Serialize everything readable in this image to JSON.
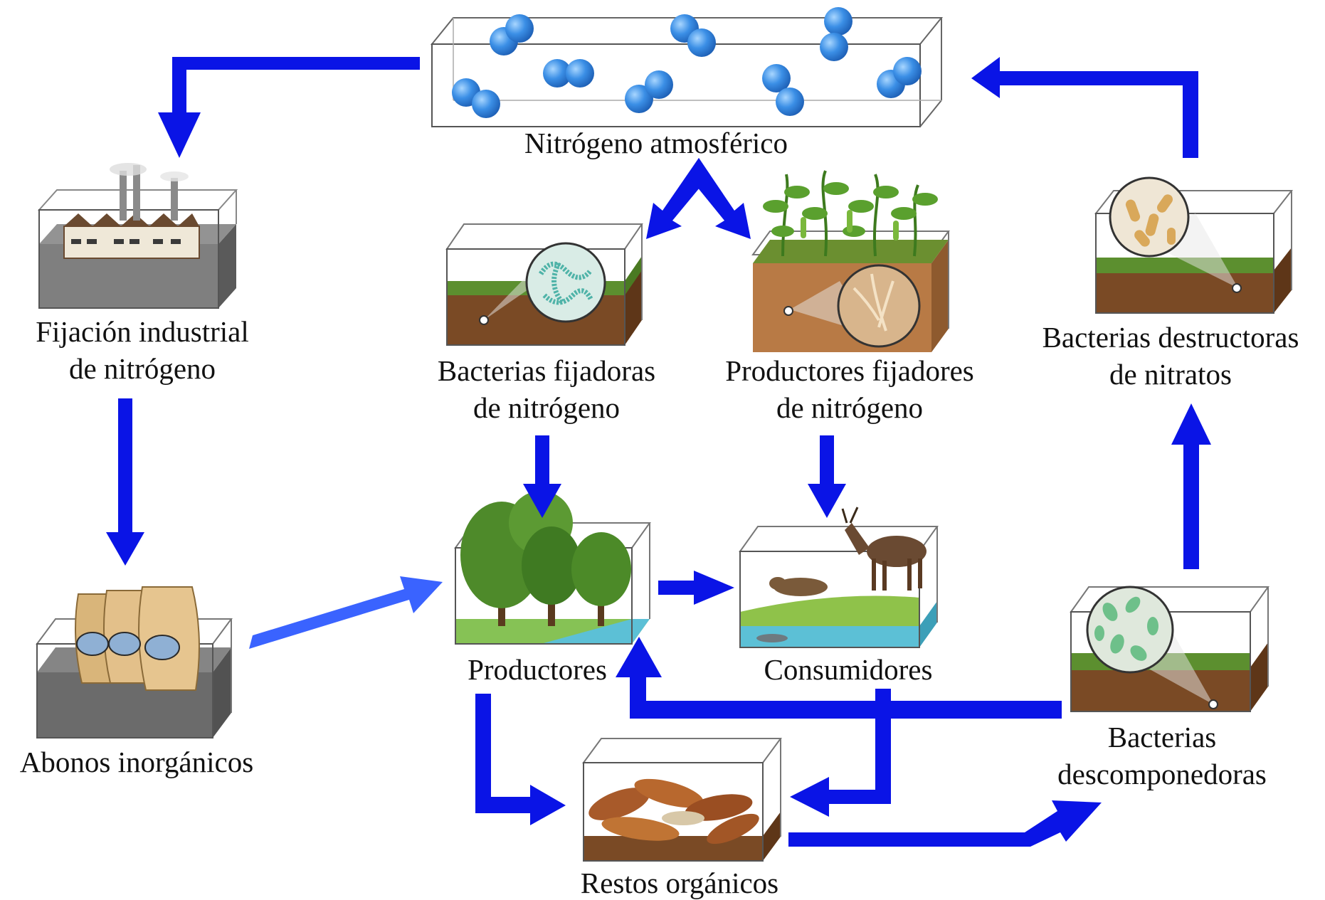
{
  "colors": {
    "arrow": "#0a14e6",
    "arrow_light": "#3a63ff",
    "n2_molecule": "#3b8fe6",
    "soil_brown": "#7a4a25",
    "grass_green": "#5c8f2f",
    "concrete_gray": "#6b6b6b",
    "water_blue": "#4fb3c9"
  },
  "nodes": {
    "atmosferico": "Nitrógeno atmosférico",
    "fijacion_industrial_1": "Fijación industrial",
    "fijacion_industrial_2": "de nitrógeno",
    "bacterias_fijadoras_1": "Bacterias fijadoras",
    "bacterias_fijadoras_2": "de nitrógeno",
    "productores_fijadores_1": "Productores fijadores",
    "productores_fijadores_2": "de nitrógeno",
    "bacterias_destructoras_1": "Bacterias destructoras",
    "bacterias_destructoras_2": "de nitratos",
    "abonos": "Abonos inorgánicos",
    "productores": "Productores",
    "consumidores": "Consumidores",
    "bacterias_descomponedoras_1": "Bacterias",
    "bacterias_descomponedoras_2": "descomponedoras",
    "restos": "Restos orgánicos"
  },
  "icons": {
    "atmosphere": "n2-molecules-icon",
    "industry": "factory-icon",
    "fixing_bacteria": "spiral-bacteria-magnifier-icon",
    "legumes": "legume-plant-root-nodules-icon",
    "denitrifying_bacteria": "rod-bacteria-magnifier-icon",
    "fertilizer": "fertilizer-bags-icon",
    "producers": "trees-icon",
    "consumers": "deer-animals-icon",
    "decomposers": "bacteria-magnifier-icon",
    "organic_remains": "dead-leaves-icon"
  }
}
